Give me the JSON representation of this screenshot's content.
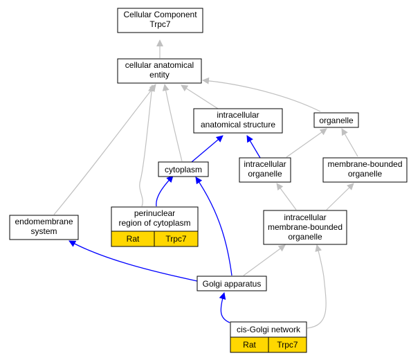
{
  "colors": {
    "is_a_edge": "#c0c0c0",
    "part_of_edge": "#0000ff",
    "node_border": "#000000",
    "node_fill": "#ffffff",
    "annotation_fill": "#ffd700"
  },
  "nodes": {
    "cc_root": {
      "line1": "Cellular Component",
      "line2": "Trpc7"
    },
    "cae": {
      "line1": "cellular anatomical",
      "line2": "entity"
    },
    "ias": {
      "line1": "intracellular",
      "line2": "anatomical structure"
    },
    "organelle": {
      "line1": "organelle"
    },
    "cytoplasm": {
      "line1": "cytoplasm"
    },
    "intra_org": {
      "line1": "intracellular",
      "line2": "organelle"
    },
    "mb_org": {
      "line1": "membrane-bounded",
      "line2": "organelle"
    },
    "endomem": {
      "line1": "endomembrane",
      "line2": "system"
    },
    "perinuclear": {
      "line1": "perinuclear",
      "line2": "region of cytoplasm",
      "species": "Rat",
      "gene": "Trpc7"
    },
    "imbo": {
      "line1": "intracellular",
      "line2": "membrane-bounded",
      "line3": "organelle"
    },
    "golgi": {
      "line1": "Golgi apparatus"
    },
    "cis_golgi": {
      "line1": "cis-Golgi network",
      "species": "Rat",
      "gene": "Trpc7"
    }
  }
}
